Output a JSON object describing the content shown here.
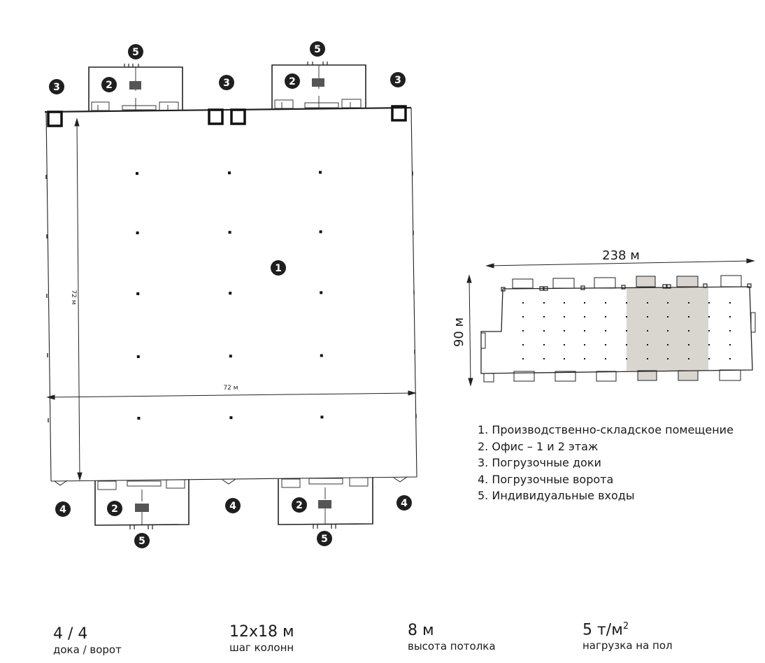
{
  "plan": {
    "markers": [
      {
        "num": "1"
      },
      {
        "num": "2"
      },
      {
        "num": "2"
      },
      {
        "num": "2"
      },
      {
        "num": "2"
      },
      {
        "num": "3"
      },
      {
        "num": "3"
      },
      {
        "num": "3"
      },
      {
        "num": "4"
      },
      {
        "num": "4"
      },
      {
        "num": "4"
      },
      {
        "num": "5"
      },
      {
        "num": "5"
      },
      {
        "num": "5"
      },
      {
        "num": "5"
      }
    ],
    "dim_vertical": "72 м",
    "dim_horizontal": "72 м"
  },
  "mini_plan": {
    "width_label": "238 м",
    "height_label": "90 м",
    "highlight_color": "#d9d6d0"
  },
  "legend": [
    "1. Производственно-складское помещение",
    "2. Офис – 1 и 2 этаж",
    "3. Погрузочные доки",
    "4. Погрузочные ворота",
    "5. Индивидуальные входы"
  ],
  "stats": [
    {
      "value": "4 / 4",
      "label": "дока / ворот"
    },
    {
      "value": "12х18 м",
      "label": "шаг колонн"
    },
    {
      "value": "8 м",
      "label": "высота потолка"
    },
    {
      "value": "5 т/м",
      "sup": "2",
      "label": "нагрузка на пол"
    }
  ]
}
